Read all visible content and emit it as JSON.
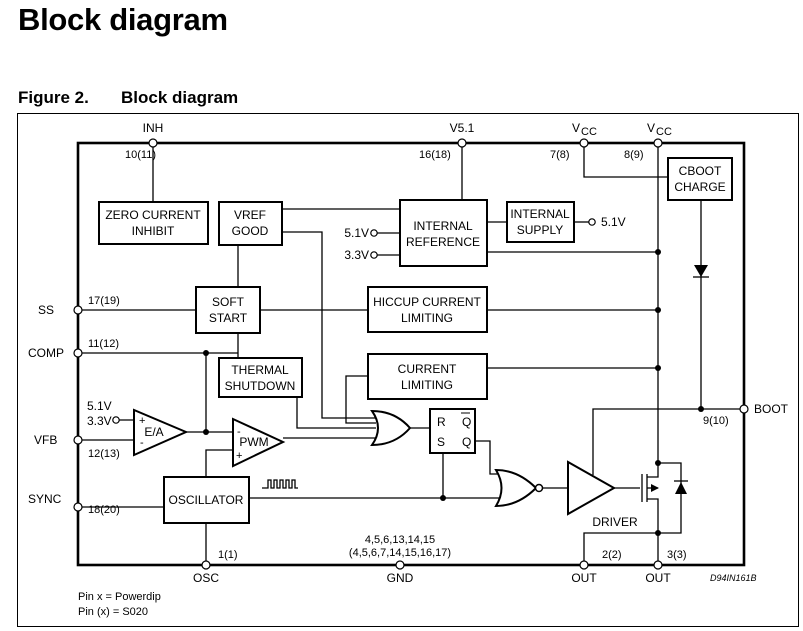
{
  "page": {
    "title": "Block diagram"
  },
  "figure": {
    "number": "Figure 2.",
    "title": "Block diagram",
    "ref_code": "D94IN161B"
  },
  "pins": {
    "inh": {
      "name": "INH",
      "number": "10(11)"
    },
    "v51": {
      "name": "V5.1",
      "number": "16(18)"
    },
    "vcc1": {
      "name": "V",
      "sub": "CC",
      "number": "7(8)"
    },
    "vcc2": {
      "name": "V",
      "sub": "CC",
      "number": "8(9)"
    },
    "ss": {
      "name": "SS",
      "number": "17(19)"
    },
    "comp": {
      "name": "COMP",
      "number": "11(12)"
    },
    "vfb": {
      "name": "VFB",
      "number": "12(13)"
    },
    "sync": {
      "name": "SYNC",
      "number": "18(20)"
    },
    "boot": {
      "name": "BOOT",
      "number": "9(10)"
    },
    "osc": {
      "name": "OSC",
      "number": "1(1)"
    },
    "gnd": {
      "name": "GND",
      "number_a": "4,5,6,13,14,15",
      "number_b": "(4,5,6,7,14,15,16,17)"
    },
    "out1": {
      "name": "OUT",
      "number": "2(2)"
    },
    "out2": {
      "name": "OUT",
      "number": "3(3)"
    }
  },
  "blocks": {
    "zero_current": [
      "ZERO CURRENT",
      "INHIBIT"
    ],
    "vref_good": [
      "VREF",
      "GOOD"
    ],
    "internal_reference": [
      "INTERNAL",
      "REFERENCE"
    ],
    "internal_supply": [
      "INTERNAL",
      "SUPPLY"
    ],
    "cboot_charge": [
      "CBOOT",
      "CHARGE"
    ],
    "soft_start": [
      "SOFT",
      "START"
    ],
    "hiccup": [
      "HICCUP CURRENT",
      "LIMITING"
    ],
    "thermal": [
      "THERMAL",
      "SHUTDOWN"
    ],
    "current_limiting": [
      "CURRENT",
      "LIMITING"
    ],
    "oscillator": "OSCILLATOR",
    "ea": "E/A",
    "pwm": "PWM",
    "driver": "DRIVER",
    "ff": {
      "r": "R",
      "s": "S",
      "q": "Q",
      "qbar": "Q"
    }
  },
  "signals": {
    "ref_in_51": "5.1V",
    "ref_in_33": "3.3V",
    "supply_out": "5.1V",
    "ea_51": "5.1V",
    "ea_33": "3.3V",
    "plus": "+",
    "minus": "-"
  },
  "legend": [
    "Pin x = Powerdip",
    "Pin (x) = S020"
  ]
}
